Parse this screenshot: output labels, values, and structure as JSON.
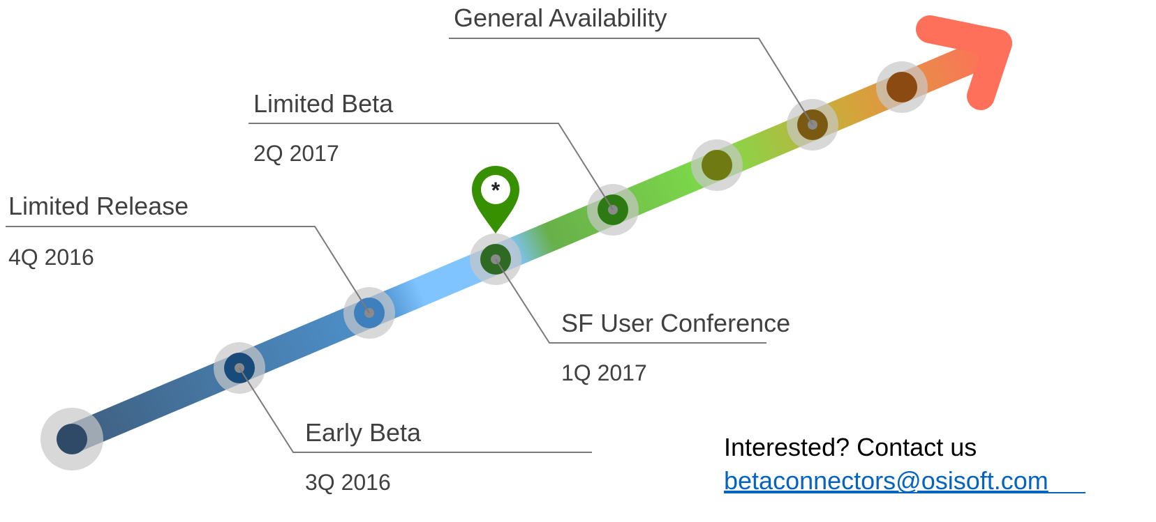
{
  "milestones": [
    {
      "title": "Early Beta",
      "date": "3Q 2016"
    },
    {
      "title": "Limited Release",
      "date": "4Q 2016"
    },
    {
      "title": "SF User Conference",
      "date": "1Q 2017"
    },
    {
      "title": "Limited Beta",
      "date": "2Q 2017"
    },
    {
      "title": "General Availability",
      "date": ""
    }
  ],
  "current_marker": {
    "symbol": "*",
    "color": "#379000",
    "icon": "map-pin-icon"
  },
  "contact": {
    "prompt": "Interested? Contact us",
    "email": "betaconnectors@osisoft.com"
  },
  "colors": {
    "arrow_start": "#3f5f7f",
    "arrow_blue": "#7fc4ff",
    "arrow_green": "#7edc4a",
    "arrow_end": "#ff705a",
    "link": "#0563C1"
  }
}
